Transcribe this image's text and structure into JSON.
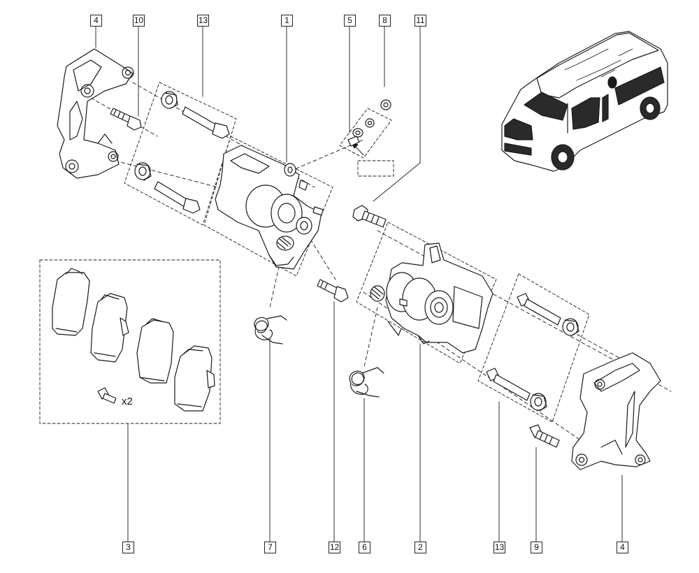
{
  "labels": {
    "top_4": "4",
    "top_10": "10",
    "top_13": "13",
    "top_1": "1",
    "top_5": "5",
    "top_8": "8",
    "top_11": "11",
    "bot_3": "3",
    "bot_7": "7",
    "bot_12": "12",
    "bot_6": "6",
    "bot_2": "2",
    "bot_13": "13",
    "bot_9": "9",
    "bot_4": "4"
  },
  "pads_quantity": "x2",
  "colors": {
    "line": "#1a1a1a",
    "paper": "#ffffff",
    "van_body": "#ffffff",
    "van_glass": "#2a2a2a"
  }
}
